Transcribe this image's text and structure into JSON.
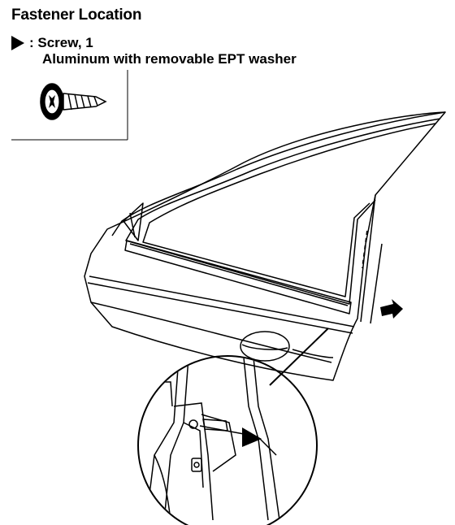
{
  "header": {
    "title": "Fastener Location"
  },
  "legend": {
    "marker_icon": "triangle-marker-icon",
    "item_label": ": Screw, 1",
    "item_description": "Aluminum with removable EPT washer"
  },
  "colors": {
    "ink": "#000000",
    "paper": "#ffffff"
  }
}
